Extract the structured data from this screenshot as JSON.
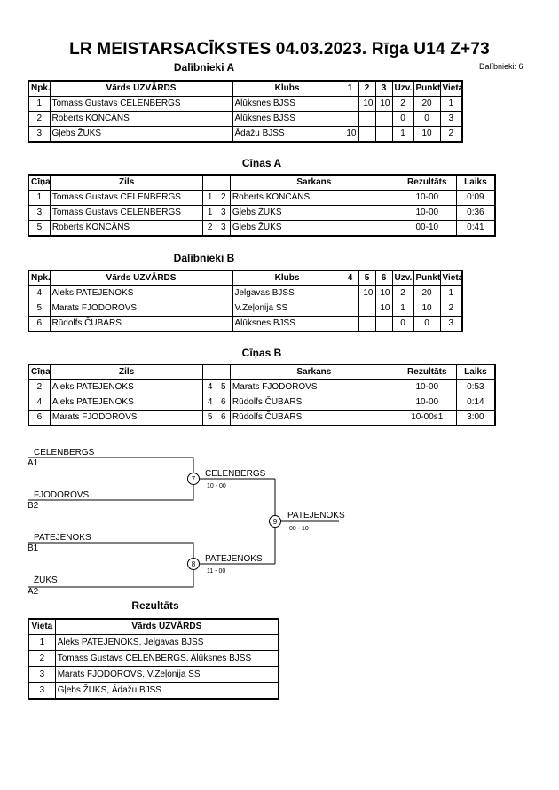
{
  "title": "LR MEISTARSACĪKSTES  04.03.2023.  Rīga    U14 Z+73",
  "participants_count": "Dalībnieki: 6",
  "group_a": {
    "heading": "Dalībnieki A",
    "headers": [
      "Npk.",
      "Vārds UZVĀRDS",
      "Klubs",
      "1",
      "2",
      "3",
      "Uzv.",
      "Punkti",
      "Vieta"
    ],
    "rows": [
      {
        "npk": "1",
        "name": "Tomass Gustavs CELENBERGS",
        "club": "Alūksnes BJSS",
        "s1": "",
        "s2": "10",
        "s3": "10",
        "wins": "2",
        "points": "20",
        "place": "1"
      },
      {
        "npk": "2",
        "name": "Roberts KONCĀNS",
        "club": "Alūksnes BJSS",
        "s1": "",
        "s2": "",
        "s3": "",
        "wins": "0",
        "points": "0",
        "place": "3"
      },
      {
        "npk": "3",
        "name": "Gļebs ŽUKS",
        "club": "Ādažu BJSS",
        "s1": "10",
        "s2": "",
        "s3": "",
        "wins": "1",
        "points": "10",
        "place": "2"
      }
    ]
  },
  "fights_a": {
    "heading": "Cīņas A",
    "headers": [
      "Cīņa",
      "Zils",
      "",
      "",
      "Sarkans",
      "Rezultāts",
      "Laiks"
    ],
    "rows": [
      {
        "no": "1",
        "blue": "Tomass Gustavs CELENBERGS",
        "b": "1",
        "r": "2",
        "red": "Roberts KONCĀNS",
        "result": "10-00",
        "time": "0:09"
      },
      {
        "no": "3",
        "blue": "Tomass Gustavs CELENBERGS",
        "b": "1",
        "r": "3",
        "red": "Gļebs ŽUKS",
        "result": "10-00",
        "time": "0:36"
      },
      {
        "no": "5",
        "blue": "Roberts KONCĀNS",
        "b": "2",
        "r": "3",
        "red": "Gļebs ŽUKS",
        "result": "00-10",
        "time": "0:41"
      }
    ]
  },
  "group_b": {
    "heading": "Dalībnieki B",
    "headers": [
      "Npk.",
      "Vārds UZVĀRDS",
      "Klubs",
      "4",
      "5",
      "6",
      "Uzv.",
      "Punkti",
      "Vieta"
    ],
    "rows": [
      {
        "npk": "4",
        "name": "Aleks PATEJENOKS",
        "club": "Jelgavas BJSS",
        "s1": "",
        "s2": "10",
        "s3": "10",
        "wins": "2",
        "points": "20",
        "place": "1"
      },
      {
        "npk": "5",
        "name": "Marats FJODOROVS",
        "club": "V.Zeļonija SS",
        "s1": "",
        "s2": "",
        "s3": "10",
        "wins": "1",
        "points": "10",
        "place": "2"
      },
      {
        "npk": "6",
        "name": "Rūdolfs ČUBARS",
        "club": "Alūksnes BJSS",
        "s1": "",
        "s2": "",
        "s3": "",
        "wins": "0",
        "points": "0",
        "place": "3"
      }
    ]
  },
  "fights_b": {
    "heading": "Cīņas B",
    "headers": [
      "Cīņa",
      "Zils",
      "",
      "",
      "Sarkans",
      "Rezultāts",
      "Laiks"
    ],
    "rows": [
      {
        "no": "2",
        "blue": "Aleks PATEJENOKS",
        "b": "4",
        "r": "5",
        "red": "Marats FJODOROVS",
        "result": "10-00",
        "time": "0:53"
      },
      {
        "no": "4",
        "blue": "Aleks PATEJENOKS",
        "b": "4",
        "r": "6",
        "red": "Rūdolfs ČUBARS",
        "result": "10-00",
        "time": "0:14"
      },
      {
        "no": "6",
        "blue": "Marats FJODOROVS",
        "b": "5",
        "r": "6",
        "red": "Rūdolfs ČUBARS",
        "result": "10-00s1",
        "time": "3:00"
      }
    ]
  },
  "bracket": {
    "slot1_name": "CELENBERGS",
    "slot1_code": "A1",
    "slot2_name": "FJODOROVS",
    "slot2_code": "B2",
    "slot3_name": "PATEJENOKS",
    "slot3_code": "B1",
    "slot4_name": "ŽUKS",
    "slot4_code": "A2",
    "semi1_no": "7",
    "semi1_winner": "CELENBERGS",
    "semi1_score": "10 - 00",
    "semi2_no": "8",
    "semi2_winner": "PATEJENOKS",
    "semi2_score": "11 - 00",
    "final_no": "9",
    "final_winner": "PATEJENOKS",
    "final_score": "00 - 10"
  },
  "results": {
    "heading": "Rezultāts",
    "headers": [
      "Vieta",
      "Vārds UZVĀRDS"
    ],
    "rows": [
      {
        "place": "1",
        "text": "Aleks PATEJENOKS, Jelgavas BJSS"
      },
      {
        "place": "2",
        "text": "Tomass Gustavs CELENBERGS, Alūksnes BJSS"
      },
      {
        "place": "3",
        "text": "Marats FJODOROVS, V.Zeļonija SS"
      },
      {
        "place": "3",
        "text": "Gļebs ŽUKS, Ādažu BJSS"
      }
    ]
  }
}
